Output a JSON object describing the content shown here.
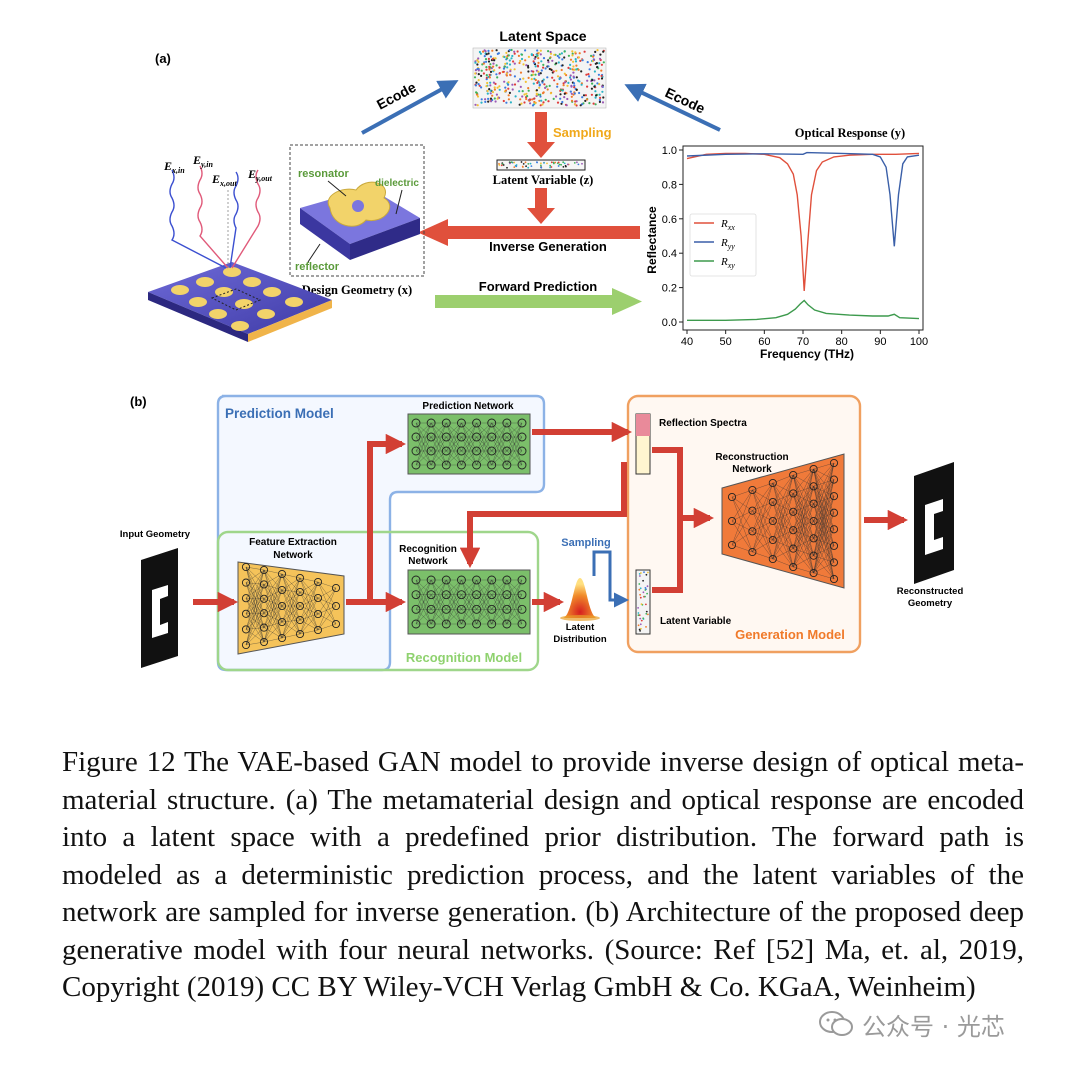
{
  "panel_a": {
    "label": "(a)",
    "latent_space": "Latent Space",
    "encode_left": "Ecode",
    "encode_right": "Ecode",
    "sampling": "Sampling",
    "latent_variable": "Latent Variable (z)",
    "inverse_generation": "Inverse Generation",
    "forward_prediction": "Forward Prediction",
    "design_geometry": "Design Geometry (x)",
    "resonator": "resonator",
    "dielectric": "dielectric",
    "reflector": "reflector",
    "field_labels": [
      "E",
      "E",
      "E",
      "E"
    ],
    "field_subs": [
      "x,in",
      "y,in",
      "x,out",
      "y,out"
    ]
  },
  "chart_data": {
    "type": "line",
    "title": "Optical Response (y)",
    "xlabel": "Frequency (THz)",
    "ylabel": "Reflectance",
    "xlim": [
      40,
      100
    ],
    "ylim": [
      0,
      1.0
    ],
    "xticks": [
      "40",
      "50",
      "60",
      "70",
      "80",
      "90",
      "100"
    ],
    "yticks": [
      "0.0",
      "0.2",
      "0.4",
      "0.6",
      "0.8",
      "1.0"
    ],
    "legend_position": "center-left",
    "series": [
      {
        "name": "R",
        "sub": "xx",
        "color": "#e0503c",
        "points": [
          [
            40,
            0.95
          ],
          [
            45,
            0.975
          ],
          [
            50,
            0.98
          ],
          [
            55,
            0.98
          ],
          [
            60,
            0.975
          ],
          [
            64,
            0.955
          ],
          [
            66,
            0.92
          ],
          [
            67.5,
            0.86
          ],
          [
            68.5,
            0.74
          ],
          [
            69.5,
            0.5
          ],
          [
            70.3,
            0.18
          ],
          [
            71.2,
            0.45
          ],
          [
            72.2,
            0.74
          ],
          [
            73.5,
            0.88
          ],
          [
            75,
            0.93
          ],
          [
            78,
            0.96
          ],
          [
            82,
            0.97
          ],
          [
            88,
            0.975
          ],
          [
            94,
            0.975
          ],
          [
            100,
            0.98
          ]
        ]
      },
      {
        "name": "R",
        "sub": "yy",
        "color": "#3a5fa8",
        "points": [
          [
            40,
            0.965
          ],
          [
            50,
            0.975
          ],
          [
            60,
            0.978
          ],
          [
            70,
            0.975
          ],
          [
            71,
            0.985
          ],
          [
            80,
            0.98
          ],
          [
            88,
            0.975
          ],
          [
            90,
            0.96
          ],
          [
            91.5,
            0.9
          ],
          [
            92.5,
            0.74
          ],
          [
            93.6,
            0.44
          ],
          [
            94.7,
            0.74
          ],
          [
            95.8,
            0.92
          ],
          [
            97,
            0.96
          ],
          [
            100,
            0.97
          ]
        ]
      },
      {
        "name": "R",
        "sub": "xy",
        "color": "#3d9a4d",
        "points": [
          [
            40,
            0.01
          ],
          [
            50,
            0.01
          ],
          [
            58,
            0.015
          ],
          [
            63,
            0.025
          ],
          [
            66,
            0.045
          ],
          [
            68,
            0.075
          ],
          [
            69.3,
            0.105
          ],
          [
            70.3,
            0.125
          ],
          [
            71.3,
            0.1
          ],
          [
            73,
            0.07
          ],
          [
            76,
            0.05
          ],
          [
            82,
            0.04
          ],
          [
            88,
            0.035
          ],
          [
            92,
            0.035
          ],
          [
            93.6,
            0.045
          ],
          [
            95,
            0.025
          ],
          [
            100,
            0.02
          ]
        ]
      }
    ]
  },
  "panel_b": {
    "label": "(b)",
    "prediction_model": "Prediction Model",
    "prediction_network": "Prediction Network",
    "feature_extraction": [
      "Feature Extraction",
      "Network"
    ],
    "recognition_network": [
      "Recognition",
      "Network"
    ],
    "recognition_model": "Recognition Model",
    "input_geometry": "Input Geometry",
    "sampling": "Sampling",
    "latent_distribution": [
      "Latent",
      "Distribution"
    ],
    "reflection_spectra": "Reflection Spectra",
    "reconstruction_network": [
      "Reconstruction",
      "Network"
    ],
    "latent_variable": "Latent Variable",
    "generation_model": "Generation Model",
    "reconstructed_geometry": [
      "Reconstructed",
      "Geometry"
    ]
  },
  "caption": "Figure 12 The VAE-based GAN model to provide inverse design of optical meta-material structure.  (a) The metamaterial design and optical response are encoded into a latent space with a predefined prior distribution. The forward path is modeled as a deterministic prediction process, and the latent variables of the network are sampled for inverse generation. (b) Architecture of the proposed deep generative model with four neural networks. (Source: Ref [52] Ma, et. al, 2019, Copyright (2019) CC BY Wiley-VCH Verlag GmbH & Co. KGaA, Weinheim)",
  "watermark": "公众号 · 光芯"
}
